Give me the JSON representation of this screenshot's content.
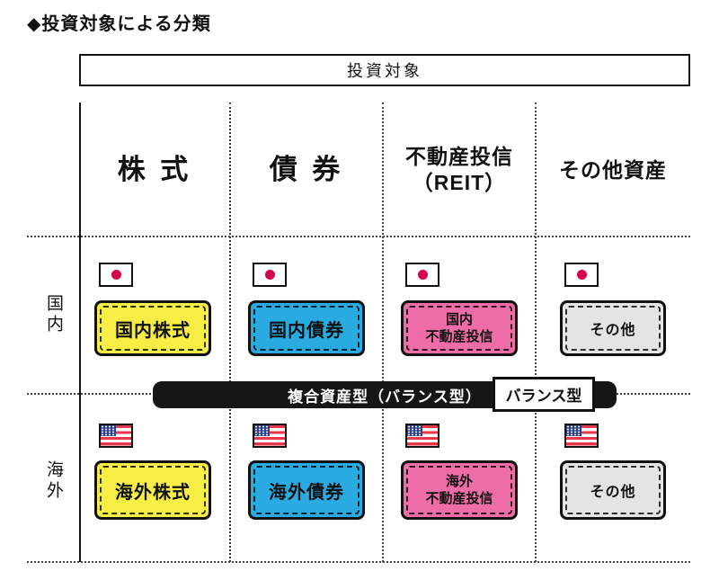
{
  "title": "◆投資対象による分類",
  "colors": {
    "yellow": "#f6ee44",
    "blue": "#29abe2",
    "pink": "#ee6da6",
    "gray": "#e4e4e4",
    "bar_black": "#161616",
    "japan_flag_red": "#d7004c",
    "usa_flag_blue": "#2b3f8e",
    "usa_flag_red": "#e8374a"
  },
  "table": {
    "header": "投資対象",
    "columns": [
      "株 式",
      "債 券",
      "不動産投信\n（REIT）",
      "その他資産"
    ],
    "rows": [
      {
        "label": "国内",
        "flag_icon": "japan-flag",
        "cells": [
          {
            "label": "国内株式",
            "color": "#f6ee44"
          },
          {
            "label": "国内債券",
            "color": "#29abe2"
          },
          {
            "label": "国内\n不動産投信",
            "color": "#ee6da6"
          },
          {
            "label": "その他",
            "color": "#e4e4e4"
          }
        ]
      },
      {
        "label": "海外",
        "flag_icon": "usa-flag",
        "cells": [
          {
            "label": "海外株式",
            "color": "#f6ee44"
          },
          {
            "label": "海外債券",
            "color": "#29abe2"
          },
          {
            "label": "海外\n不動産投信",
            "color": "#ee6da6"
          },
          {
            "label": "その他",
            "color": "#e4e4e4"
          }
        ]
      }
    ],
    "balance_bar": {
      "label": "複合資産型（バランス型）",
      "tag": "バランス型"
    }
  }
}
